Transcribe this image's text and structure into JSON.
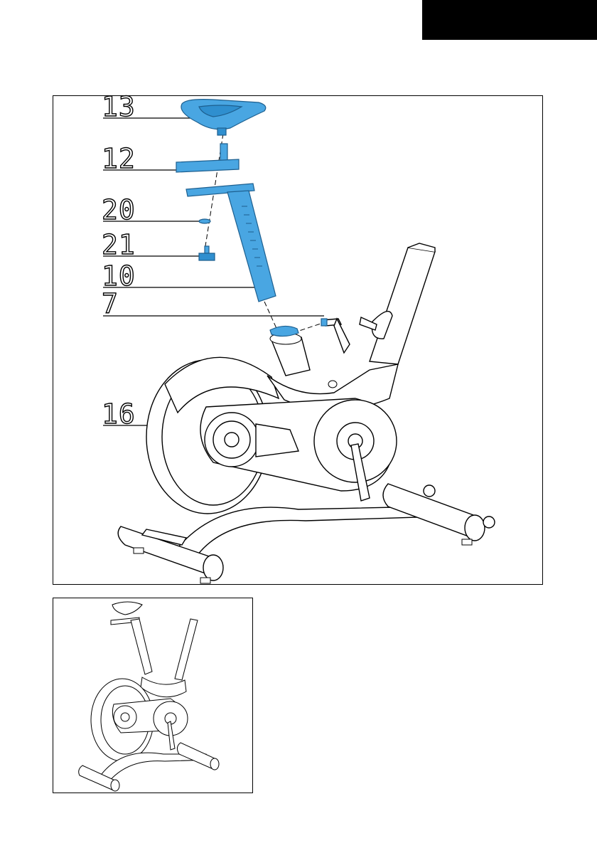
{
  "figure": {
    "labels": [
      {
        "id": "13",
        "text": "13"
      },
      {
        "id": "12",
        "text": "12"
      },
      {
        "id": "20",
        "text": "20"
      },
      {
        "id": "21",
        "text": "21"
      },
      {
        "id": "10",
        "text": "10"
      },
      {
        "id": "7",
        "text": "7"
      },
      {
        "id": "16",
        "text": "16"
      }
    ],
    "colors": {
      "highlight": "#49a6e2",
      "highlight_dark": "#2f8fcf",
      "line": "#000000",
      "corner_tab": "#000000"
    }
  }
}
